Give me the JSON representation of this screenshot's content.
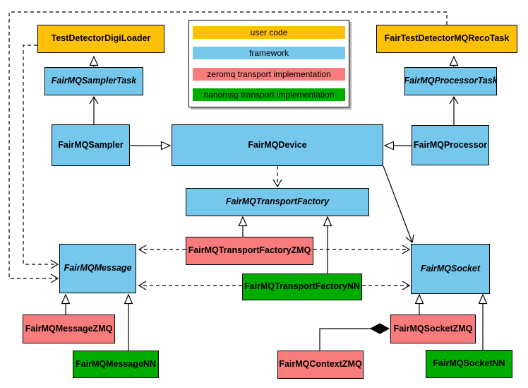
{
  "legend": {
    "items": [
      {
        "label": "user code",
        "color": "#FFC107"
      },
      {
        "label": "framework",
        "color": "#76C7EC"
      },
      {
        "label": "zeromq transport implementation",
        "color": "#F87C7C"
      },
      {
        "label": "nanomsg transport implementation",
        "color": "#00AC00"
      }
    ]
  },
  "nodes": {
    "test_detector_digi_loader": {
      "label": "TestDetectorDigiLoader",
      "category": "user code"
    },
    "fair_test_detector_mq_reco_task": {
      "label": "FairTestDetectorMQRecoTask",
      "category": "user code"
    },
    "fair_mq_sampler_task": {
      "label": "FairMQSamplerTask",
      "category": "framework"
    },
    "fair_mq_processor_task": {
      "label": "FairMQProcessorTask",
      "category": "framework"
    },
    "fair_mq_sampler": {
      "label": "FairMQSampler",
      "category": "framework"
    },
    "fair_mq_device": {
      "label": "FairMQDevice",
      "category": "framework"
    },
    "fair_mq_processor": {
      "label": "FairMQProcessor",
      "category": "framework"
    },
    "fair_mq_transport_factory": {
      "label": "FairMQTransportFactory",
      "category": "framework"
    },
    "fair_mq_transport_factory_zmq": {
      "label": "FairMQTransportFactoryZMQ",
      "category": "zeromq transport implementation"
    },
    "fair_mq_transport_factory_nn": {
      "label": "FairMQTransportFactoryNN",
      "category": "nanomsg transport implementation"
    },
    "fair_mq_message": {
      "label": "FairMQMessage",
      "category": "framework"
    },
    "fair_mq_socket": {
      "label": "FairMQSocket",
      "category": "framework"
    },
    "fair_mq_message_zmq": {
      "label": "FairMQMessageZMQ",
      "category": "zeromq transport implementation"
    },
    "fair_mq_message_nn": {
      "label": "FairMQMessageNN",
      "category": "nanomsg transport implementation"
    },
    "fair_mq_context_zmq": {
      "label": "FairMQContextZMQ",
      "category": "zeromq transport implementation"
    },
    "fair_mq_socket_zmq": {
      "label": "FairMQSocketZMQ",
      "category": "zeromq transport implementation"
    },
    "fair_mq_socket_nn": {
      "label": "FairMQSocketNN",
      "category": "nanomsg transport implementation"
    }
  }
}
